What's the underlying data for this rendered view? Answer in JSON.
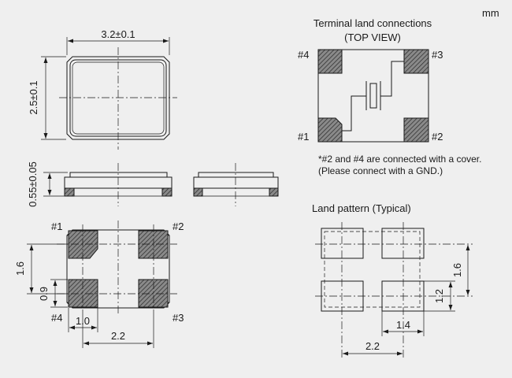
{
  "unit": "mm",
  "dimensions": {
    "length": "3.2±0.1",
    "width": "2.5±0.1",
    "height": "0.55±0.05",
    "pad_pitch_y": "1.6",
    "pad_height": "0.9",
    "pad_width": "1.0",
    "pad_pitch_x": "2.2"
  },
  "terminal": {
    "title": "Terminal land connections",
    "subtitle": "(TOP VIEW)",
    "pins": [
      "#1",
      "#2",
      "#3",
      "#4"
    ],
    "note_line1": "*#2 and #4 are connected with a cover.",
    "note_line2": "(Please connect with a GND.)"
  },
  "land": {
    "title": "Land pattern (Typical)",
    "dim_height": "1.6",
    "dim_pad": "1.2",
    "dim_pitch": "1.4",
    "dim_total": "2.2"
  }
}
